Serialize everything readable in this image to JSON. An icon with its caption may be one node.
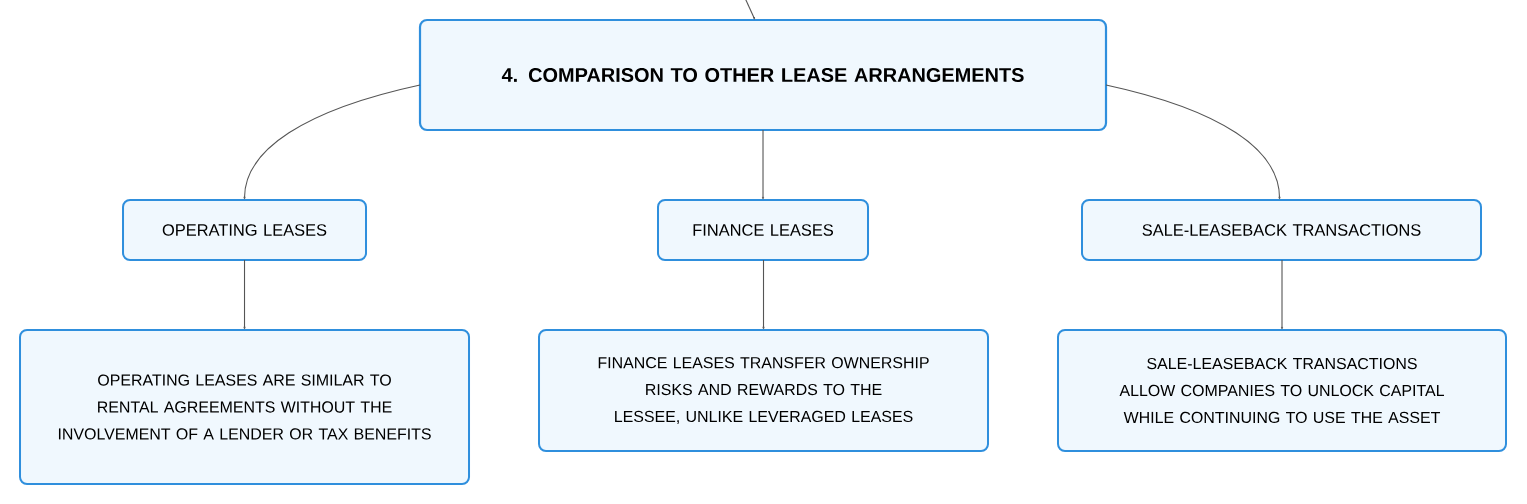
{
  "diagram": {
    "nodes": [
      {
        "text": [
          "4. COMPARISON TO OTHER LEASE ARRANGEMENTS"
        ]
      },
      {
        "text": [
          "OPERATING LEASES"
        ]
      },
      {
        "text": [
          "FINANCE LEASES"
        ]
      },
      {
        "text": [
          "SALE-LEASEBACK TRANSACTIONS"
        ]
      },
      {
        "text": [
          "OPERATING LEASES ARE SIMILAR TO RENTAL AGREEMENTS WITHOUT THE INVOLVEMENT OF A LENDER OR TAX BENEFITS"
        ]
      },
      {
        "text": [
          "FINANCE LEASES TRANSFER OWNERSHIP RISKS AND REWARDS TO THE LESSEE, UNLIKE LEVERAGED LEASES"
        ]
      },
      {
        "text": [
          "SALE-LEASEBACK TRANSACTIONS ALLOW COMPANIES TO UNLOCK CAPITAL WHILE CONTINUING TO USE THE ASSET"
        ]
      }
    ],
    "edges": [
      {
        "from": null,
        "to": 0,
        "arrow": "to"
      },
      {
        "from": 0,
        "to": 1,
        "arrow": "to"
      },
      {
        "from": 0,
        "to": 2,
        "arrow": "to"
      },
      {
        "from": 0,
        "to": 3,
        "arrow": "to"
      },
      {
        "from": 1,
        "to": 4,
        "arrow": "to"
      },
      {
        "from": 2,
        "to": 5,
        "arrow": "to"
      },
      {
        "from": 3,
        "to": 6,
        "arrow": "to"
      }
    ]
  }
}
